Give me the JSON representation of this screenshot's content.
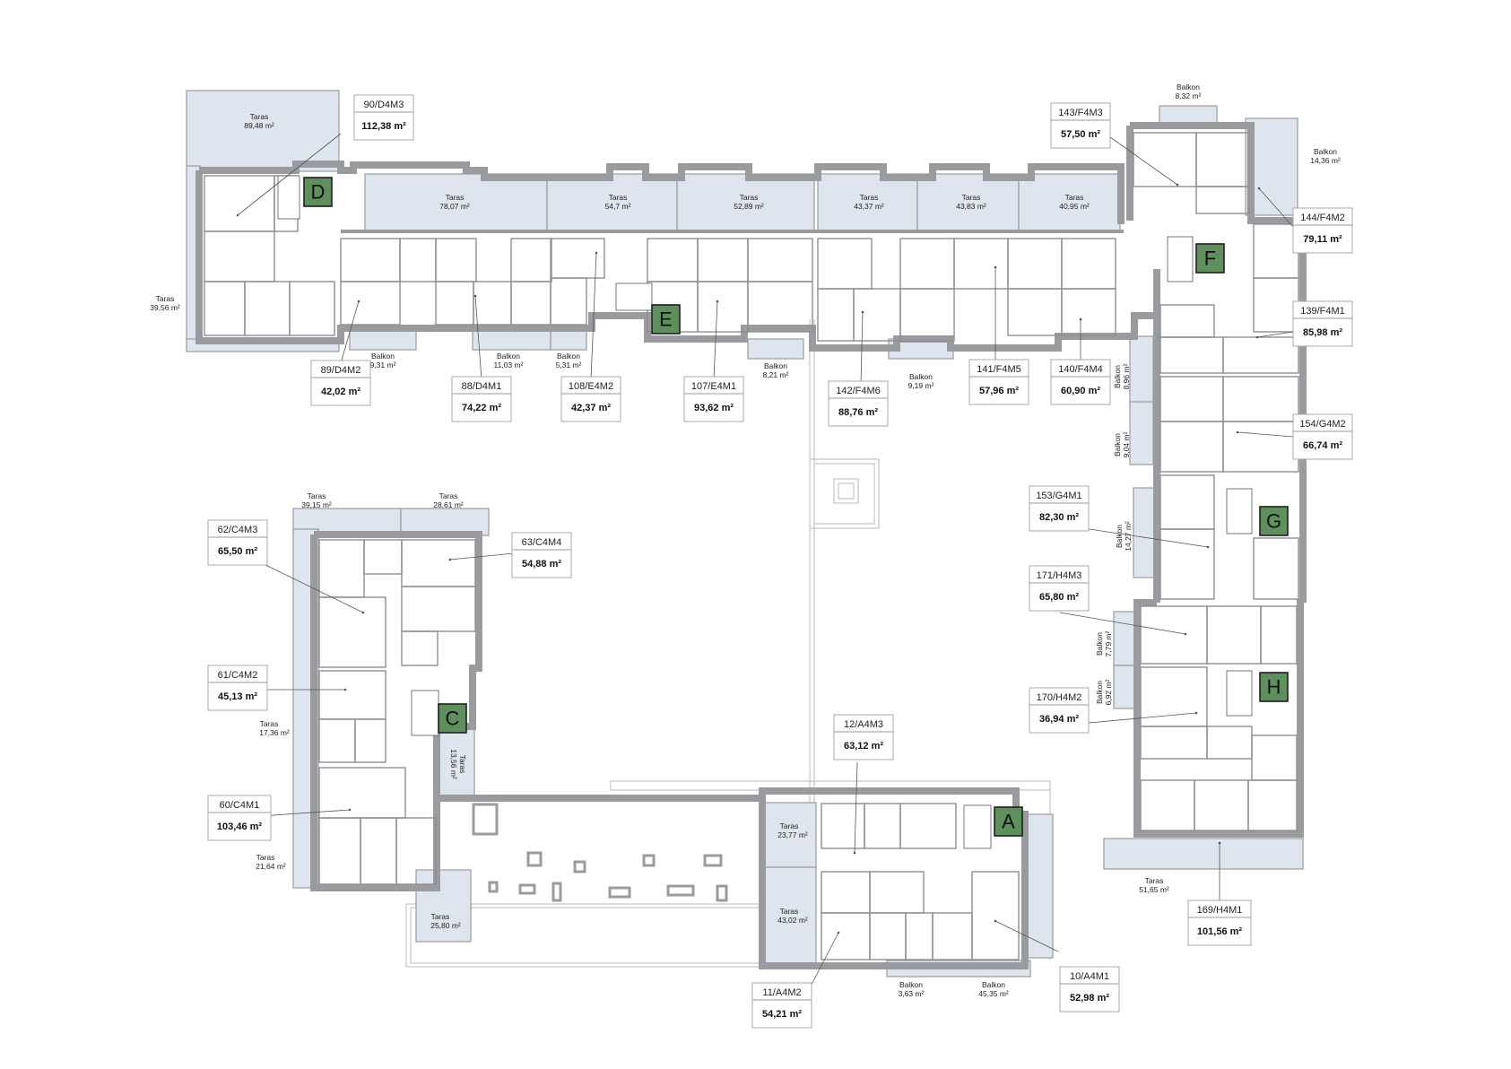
{
  "cores": [
    {
      "id": "core-d",
      "label": "D"
    },
    {
      "id": "core-e",
      "label": "E"
    },
    {
      "id": "core-f",
      "label": "F"
    },
    {
      "id": "core-g",
      "label": "G"
    },
    {
      "id": "core-h",
      "label": "H"
    },
    {
      "id": "core-c",
      "label": "C"
    },
    {
      "id": "core-a",
      "label": "A"
    }
  ],
  "apartments": [
    {
      "code": "90/D4M3",
      "area": "112,38 m²"
    },
    {
      "code": "89/D4M2",
      "area": "42,02 m²"
    },
    {
      "code": "88/D4M1",
      "area": "74,22 m²"
    },
    {
      "code": "108/E4M2",
      "area": "42,37 m²"
    },
    {
      "code": "107/E4M1",
      "area": "93,62 m²"
    },
    {
      "code": "142/F4M6",
      "area": "88,76 m²"
    },
    {
      "code": "141/F4M5",
      "area": "57,96 m²"
    },
    {
      "code": "140/F4M4",
      "area": "60,90 m²"
    },
    {
      "code": "143/F4M3",
      "area": "57,50 m²"
    },
    {
      "code": "144/F4M2",
      "area": "79,11 m²"
    },
    {
      "code": "139/F4M1",
      "area": "85,98 m²"
    },
    {
      "code": "154/G4M2",
      "area": "66,74 m²"
    },
    {
      "code": "153/G4M1",
      "area": "82,30 m²"
    },
    {
      "code": "171/H4M3",
      "area": "65,80 m²"
    },
    {
      "code": "170/H4M2",
      "area": "36,94 m²"
    },
    {
      "code": "169/H4M1",
      "area": "101,56 m²"
    },
    {
      "code": "62/C4M3",
      "area": "65,50 m²"
    },
    {
      "code": "63/C4M4",
      "area": "54,88 m²"
    },
    {
      "code": "61/C4M2",
      "area": "45,13 m²"
    },
    {
      "code": "60/C4M1",
      "area": "103,46 m²"
    },
    {
      "code": "12/A4M3",
      "area": "63,12 m²"
    },
    {
      "code": "11/A4M2",
      "area": "54,21 m²"
    },
    {
      "code": "10/A4M1",
      "area": "52,98 m²"
    }
  ],
  "spaces": [
    {
      "id": "t-d-top",
      "name": "Taras",
      "area": "89,48 m²"
    },
    {
      "id": "t-d-left",
      "name": "Taras",
      "area": "39,56 m²"
    },
    {
      "id": "t-1",
      "name": "Taras",
      "area": "78,07 m²"
    },
    {
      "id": "t-2",
      "name": "Taras",
      "area": "54,7 m²"
    },
    {
      "id": "t-3",
      "name": "Taras",
      "area": "52,89 m²"
    },
    {
      "id": "t-4",
      "name": "Taras",
      "area": "43,37 m²"
    },
    {
      "id": "t-5",
      "name": "Taras",
      "area": "43,83 m²"
    },
    {
      "id": "t-6",
      "name": "Taras",
      "area": "40,95 m²"
    },
    {
      "id": "b-931",
      "name": "Balkon",
      "area": "9,31 m²"
    },
    {
      "id": "b-1103",
      "name": "Balkon",
      "area": "11,03 m²"
    },
    {
      "id": "b-531",
      "name": "Balkon",
      "area": "5,31 m²"
    },
    {
      "id": "b-821",
      "name": "Balkon",
      "area": "8,21 m²"
    },
    {
      "id": "b-919",
      "name": "Balkon",
      "area": "9,19 m²"
    },
    {
      "id": "b-832",
      "name": "Balkon",
      "area": "8,32 m²"
    },
    {
      "id": "b-1436",
      "name": "Balkon",
      "area": "14,36 m²"
    },
    {
      "id": "b-896",
      "name": "Balkon",
      "area": "8,96 m²"
    },
    {
      "id": "b-904",
      "name": "Balkon",
      "area": "9,04 m²"
    },
    {
      "id": "b-1427",
      "name": "Balkon",
      "area": "14,27 m²"
    },
    {
      "id": "b-779",
      "name": "Balkon",
      "area": "7,79 m²"
    },
    {
      "id": "b-692",
      "name": "Balkon",
      "area": "6,92 m²"
    },
    {
      "id": "t-h",
      "name": "Taras",
      "area": "51,65 m²"
    },
    {
      "id": "t-c1",
      "name": "Taras",
      "area": "39,15 m²"
    },
    {
      "id": "t-c2",
      "name": "Taras",
      "area": "28,61 m²"
    },
    {
      "id": "t-c3",
      "name": "Taras",
      "area": "17,36 m²"
    },
    {
      "id": "t-c4",
      "name": "Taras",
      "area": "13,56 m²"
    },
    {
      "id": "t-c5",
      "name": "Taras",
      "area": "21,64 m²"
    },
    {
      "id": "t-c6",
      "name": "Taras",
      "area": "25,80 m²"
    },
    {
      "id": "t-a1",
      "name": "Taras",
      "area": "23,77 m²"
    },
    {
      "id": "t-a2",
      "name": "Taras",
      "area": "43,02 m²"
    },
    {
      "id": "b-363",
      "name": "Balkon",
      "area": "3,63 m²"
    },
    {
      "id": "b-4535",
      "name": "Balkon",
      "area": "45,35 m²"
    }
  ]
}
